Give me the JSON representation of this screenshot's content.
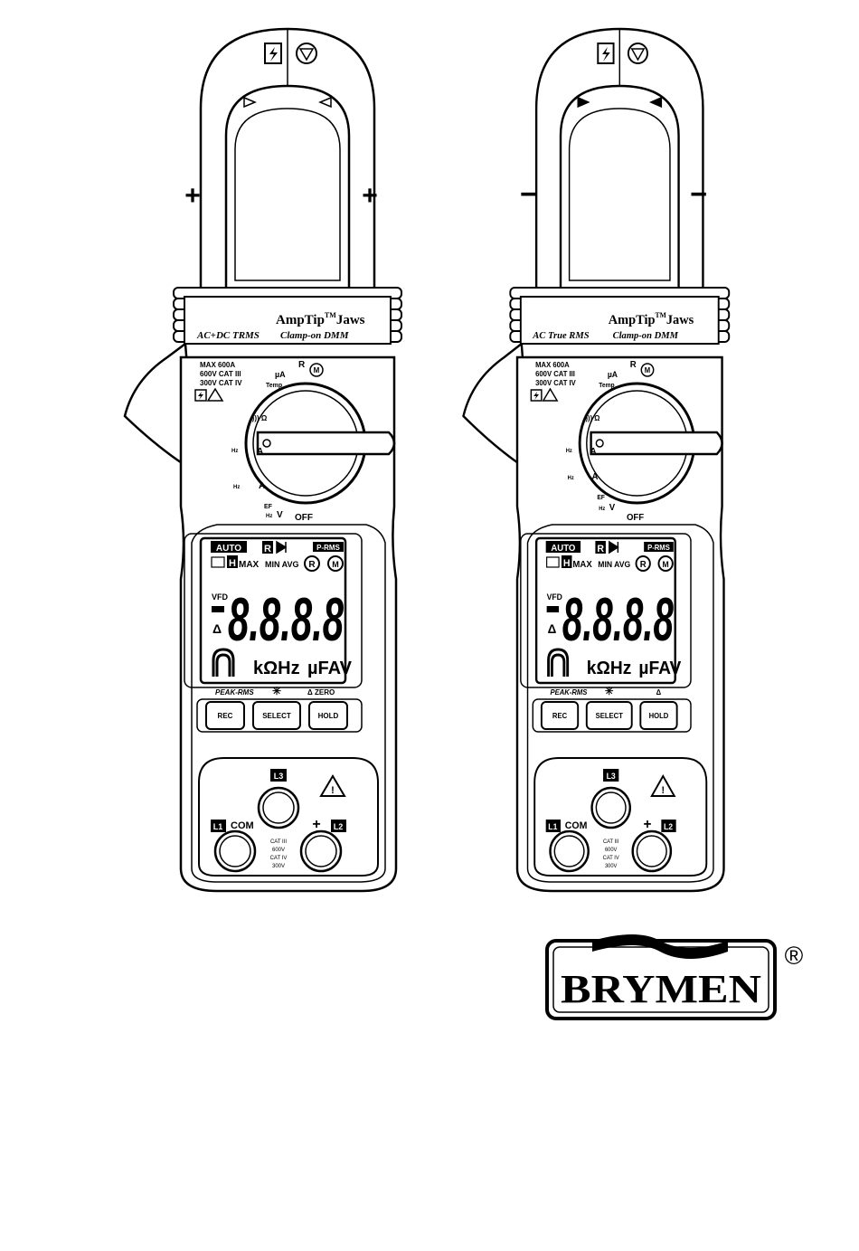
{
  "meters": [
    {
      "brand": "AmpTip",
      "trademark": "TM",
      "brand_suffix": "Jaws",
      "mode_label": "AC+DC TRMS",
      "product_type": "Clamp-on DMM",
      "jaw_mark": "+",
      "rating_max": "MAX 600A",
      "rating_cat3": "600V CAT III",
      "rating_cat4": "300V CAT IV",
      "dial": {
        "temp": "Temp",
        "dc_ua": "µA",
        "rec_r": "R",
        "rec_m": "M",
        "ohm": "·))) Ω",
        "hz_a1": "Hz",
        "a1": "A",
        "hz_a2": "Hz",
        "a2": "A",
        "ef": "EF",
        "hz_v": "Hz",
        "v": "V",
        "off": "OFF"
      },
      "lcd": {
        "auto": "AUTO",
        "r": "R",
        "prms": "P-RMS",
        "h": "H",
        "max": "MAX",
        "min_avg": "MIN AVG",
        "cr": "R",
        "cm": "M",
        "vfd": "VFD",
        "delta": "Δ",
        "digits": "8.8.8.8",
        "units_mid": "kΩHz",
        "units_right": "µFAV"
      },
      "buttons": {
        "above_left": "PEAK-RMS",
        "above_mid": "✳",
        "above_right": "Δ ZERO",
        "rec": "REC",
        "select": "SELECT",
        "hold": "HOLD"
      },
      "terminals": {
        "l3": "L3",
        "l1": "L1",
        "com": "COM",
        "plus": "+",
        "l2": "L2",
        "cat3": "CAT III",
        "v600": "600V",
        "cat4": "CAT IV",
        "v300": "300V"
      }
    },
    {
      "brand": "AmpTip",
      "trademark": "TM",
      "brand_suffix": "Jaws",
      "mode_label": "AC True RMS",
      "product_type": "Clamp-on DMM",
      "jaw_mark": "−",
      "rating_max": "MAX 600A",
      "rating_cat3": "600V CAT III",
      "rating_cat4": "300V CAT IV",
      "dial": {
        "temp": "Temp",
        "dc_ua": "µA",
        "rec_r": "R",
        "rec_m": "M",
        "ohm": "·))) Ω",
        "hz_a1": "Hz",
        "a1": "A",
        "hz_a2": "Hz",
        "a2": "A",
        "ef": "EF",
        "hz_v": "Hz",
        "v": "V",
        "off": "OFF"
      },
      "lcd": {
        "auto": "AUTO",
        "r": "R",
        "prms": "P-RMS",
        "h": "H",
        "max": "MAX",
        "min_avg": "MIN AVG",
        "cr": "R",
        "cm": "M",
        "vfd": "VFD",
        "delta": "Δ",
        "digits": "8.8.8.8",
        "units_mid": "kΩHz",
        "units_right": "µFAV"
      },
      "buttons": {
        "above_left": "PEAK-RMS",
        "above_mid": "✳",
        "above_right": "Δ",
        "rec": "REC",
        "select": "SELECT",
        "hold": "HOLD"
      },
      "terminals": {
        "l3": "L3",
        "l1": "L1",
        "com": "COM",
        "plus": "+",
        "l2": "L2",
        "cat3": "CAT III",
        "v600": "600V",
        "cat4": "CAT IV",
        "v300": "300V"
      }
    }
  ],
  "logo": {
    "text": "BRYMEN",
    "registered": "®"
  }
}
